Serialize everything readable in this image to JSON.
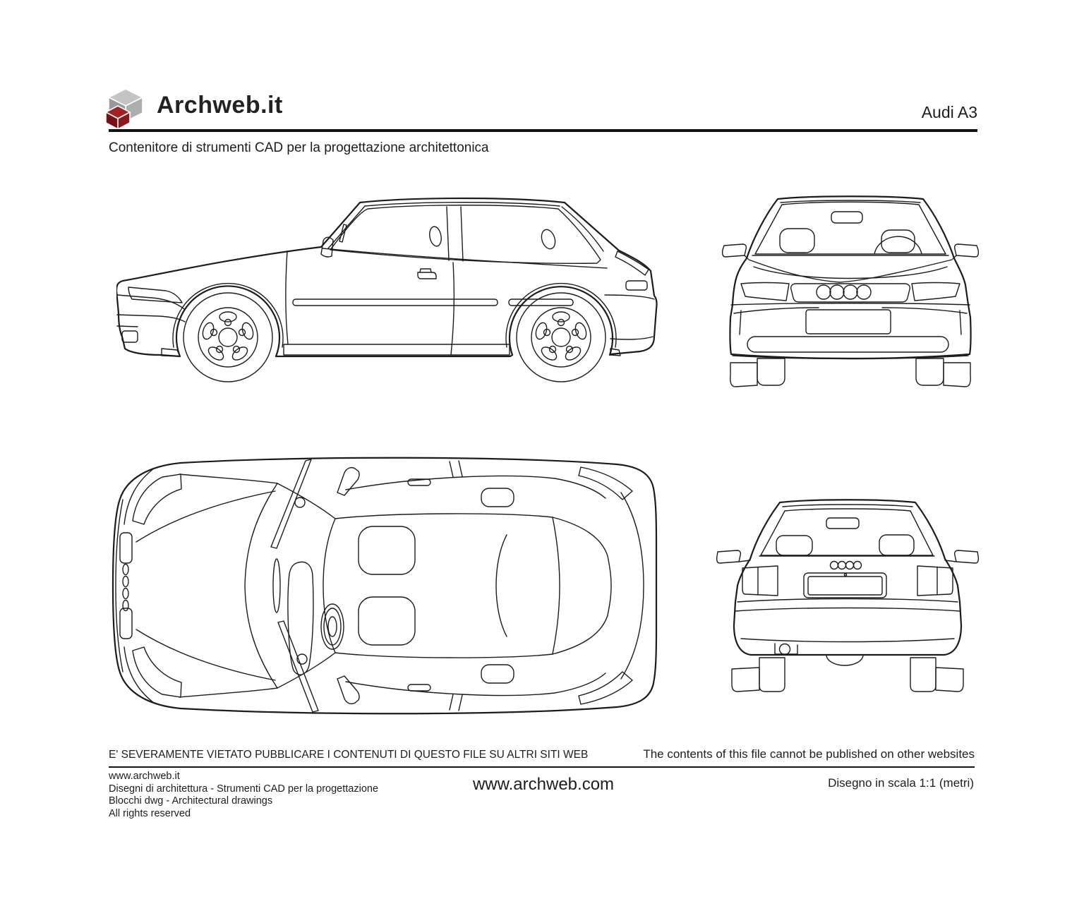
{
  "header": {
    "brand": "Archweb.it",
    "model": "Audi A3",
    "subtitle": "Contenitore di strumenti CAD per la progettazione architettonica",
    "logo_icon": "archweb-cube-icon"
  },
  "drawings": {
    "title": "Audi A3",
    "views": [
      {
        "name": "side-view"
      },
      {
        "name": "front-view"
      },
      {
        "name": "top-view"
      },
      {
        "name": "rear-view"
      }
    ]
  },
  "footer": {
    "notice_it": "E' SEVERAMENTE VIETATO PUBBLICARE I CONTENUTI DI QUESTO FILE SU ALTRI SITI WEB",
    "notice_en": "The contents of this file cannot be published on other websites",
    "site": "www.archweb.it",
    "line2": "Disegni di architettura - Strumenti CAD  per la progettazione",
    "line3": "Blocchi dwg - Architectural drawings",
    "line4": "All rights reserved",
    "center_url": "www.archweb.com",
    "scale": "Disegno in scala 1:1 (metri)"
  },
  "colors": {
    "line": "#1c1c1c",
    "text": "#1d1d1d",
    "logo_gray_top": "#c4c4c4",
    "logo_gray_left": "#9a9a9a",
    "logo_gray_right": "#aeaeae",
    "logo_red_top": "#a32025",
    "logo_red_left": "#7a1013",
    "logo_red_right": "#8f171b"
  }
}
